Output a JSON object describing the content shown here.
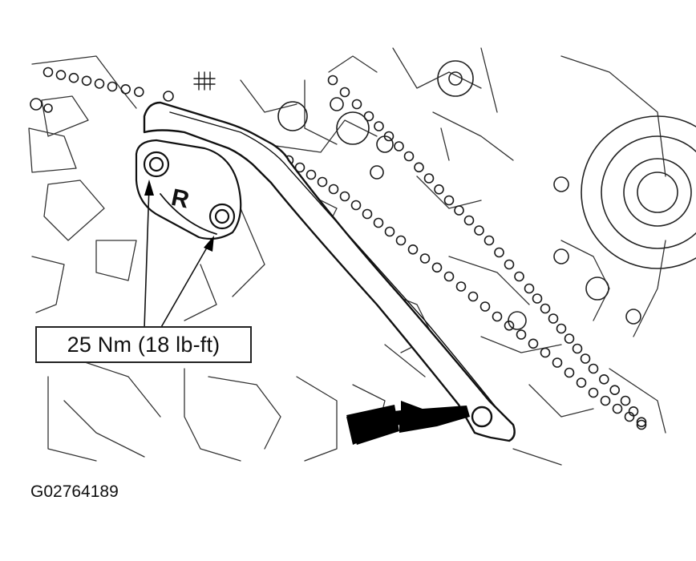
{
  "diagram": {
    "torque_callout": "25 Nm (18 lb-ft)",
    "component_marking": "R",
    "figure_id": "G02764189"
  },
  "colors": {
    "line": "#1a1a1a",
    "background": "#ffffff",
    "fill_dark": "#000000"
  }
}
